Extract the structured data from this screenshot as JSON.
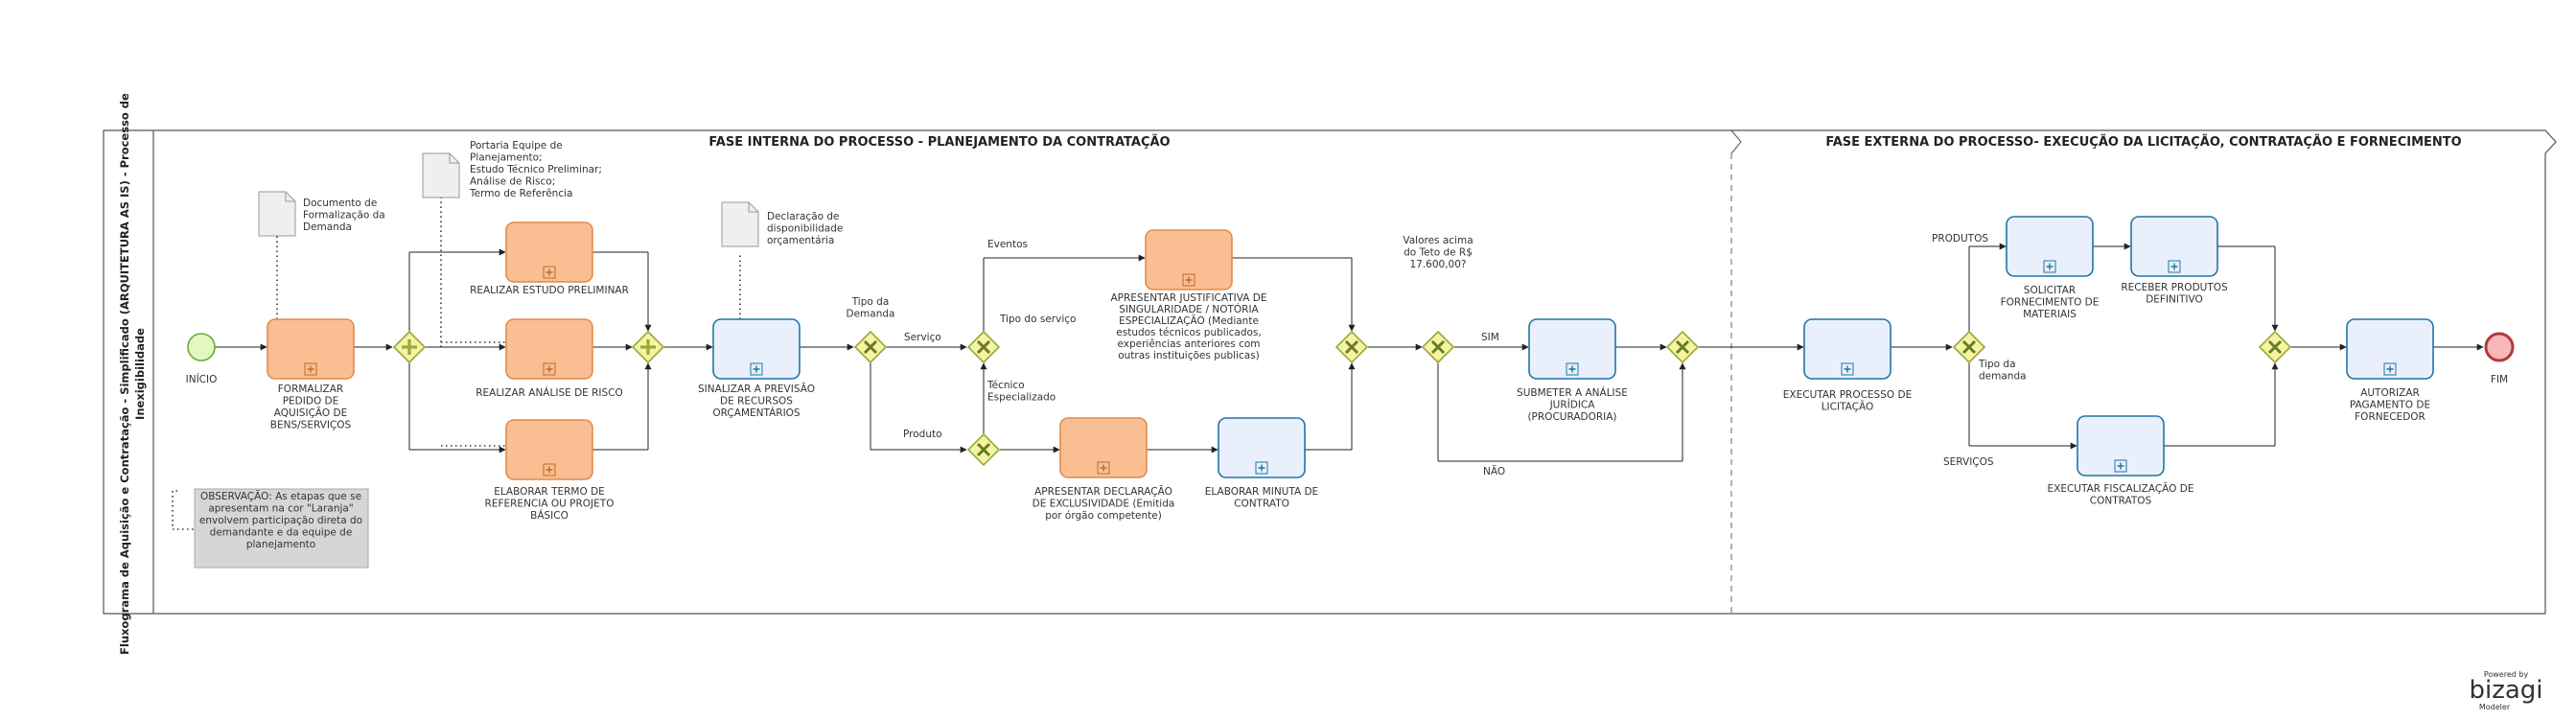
{
  "pool": {
    "title_line1": "Fluxograma de Aquisição e Contratação - Simplificado (ARQUITETURA AS IS) - Processo de",
    "title_line2": "Inexigibilidade"
  },
  "phases": {
    "internal": "FASE INTERNA DO PROCESSO - PLANEJAMENTO DA CONTRATAÇÃO",
    "external": "FASE EXTERNA DO PROCESSO- EXECUÇÃO DA LICITAÇÃO, CONTRATAÇÃO E FORNECIMENTO"
  },
  "events": {
    "start": "INÍCIO",
    "end": "FIM"
  },
  "tasks": {
    "formalizar": [
      "FORMALIZAR",
      "PEDIDO DE",
      "AQUISIÇÃO DE",
      "BENS/SERVIÇOS"
    ],
    "estudo": [
      "REALIZAR ESTUDO PRELIMINAR"
    ],
    "analise_risco": [
      "REALIZAR ANÁLISE DE RISCO"
    ],
    "termo": [
      "ELABORAR TERMO DE",
      "REFERENCIA OU PROJETO",
      "BÁSICO"
    ],
    "sinalizar": [
      "SINALIZAR A PREVISÃO",
      "DE RECURSOS",
      "ORÇAMENTÁRIOS"
    ],
    "justificativa": [
      "APRESENTAR JUSTIFICATIVA DE",
      "SINGULARIDADE / NOTÓRIA",
      "ESPECIALIZAÇÃO (Mediante",
      "estudos técnicos publicados,",
      "experiências anteriores com",
      "outras instituições publicas)"
    ],
    "declaracao": [
      "APRESENTAR DECLARAÇÃO",
      "DE EXCLUSIVIDADE (Emitida",
      "por órgão competente)"
    ],
    "minuta": [
      "ELABORAR MINUTA DE",
      "CONTRATO"
    ],
    "submeter": [
      "SUBMETER A ANÁLISE",
      "JURÍDICA",
      "(PROCURADORIA)"
    ],
    "executar_processo": [
      "EXECUTAR PROCESSO DE",
      "LICITAÇÃO"
    ],
    "solicitar": [
      "SOLICITAR",
      "FORNECIMENTO DE",
      "MATERIAIS"
    ],
    "receber": [
      "RECEBER PRODUTOS",
      "DEFINITIVO"
    ],
    "fiscalizacao": [
      "EXECUTAR FISCALIZAÇÃO DE",
      "CONTRATOS"
    ],
    "autorizar": [
      "AUTORIZAR",
      "PAGAMENTO DE",
      "FORNECEDOR"
    ]
  },
  "artifacts": {
    "doc1": [
      "Documento de",
      "Formalização da",
      "Demanda"
    ],
    "doc2": [
      "Portaria Equipe de",
      "Planejamento;",
      "Estudo Técnico Preliminar;",
      "Análise de Risco;",
      "Termo de Referência"
    ],
    "doc3": [
      "Declaração de",
      "disponibilidade",
      "orçamentária"
    ],
    "note": [
      "OBSERVAÇÃO: As etapas que se",
      "apresentam na cor \"Laranja\"",
      "envolvem participação direta do",
      "demandante e da equipe de",
      "planejamento"
    ]
  },
  "gateway_labels": {
    "tipo_demanda": [
      "Tipo da",
      "Demanda"
    ],
    "tipo_servico": [
      "Tipo do serviço"
    ],
    "valores": [
      "Valores acima",
      "do Teto de R$",
      "17.600,00?"
    ],
    "tipo_demanda2": [
      "Tipo da",
      "demanda"
    ]
  },
  "flow_labels": {
    "servico": "Serviço",
    "produto": "Produto",
    "eventos": "Eventos",
    "tecnico": [
      "Técnico",
      "Especializado"
    ],
    "sim": "SIM",
    "nao": "NÃO",
    "produtos": "PRODUTOS",
    "servicos": "SERVIÇOS"
  },
  "branding": {
    "powered": "Powered by",
    "name": "bizagi",
    "product": "Modeler"
  },
  "colors": {
    "orange_task_fill": "#f9bf92",
    "orange_task_stroke": "#e08c4c",
    "blue_task_fill": "#eaf0fb",
    "blue_task_stroke": "#1f75a8",
    "gateway_fill": "#f4f4a2",
    "gateway_stroke": "#9aa83c",
    "start_fill": "#e4f7c2",
    "start_stroke": "#6aa73a",
    "end_fill": "#f6b8b8",
    "end_stroke": "#b23a3a",
    "note_fill": "#d6d6d6"
  }
}
